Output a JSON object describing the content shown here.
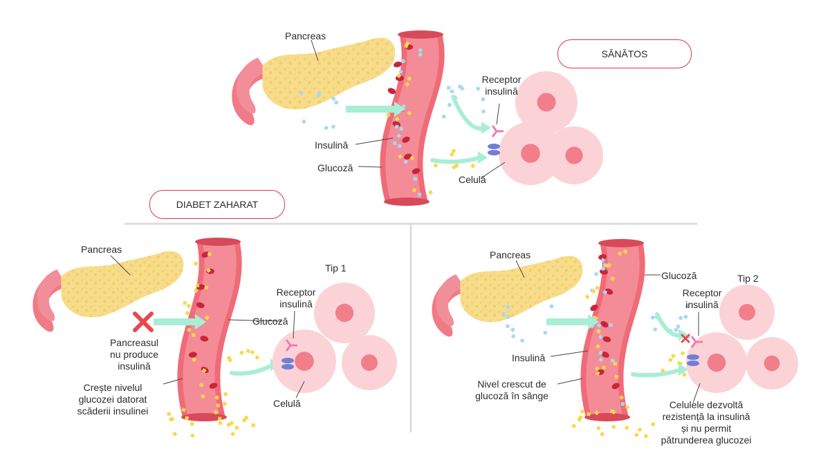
{
  "colors": {
    "vessel_outer": "#f06b78",
    "vessel_inner": "#f48c97",
    "pancreas_body": "#f7dc8a",
    "pancreas_spots": "#f0c964",
    "duodenum": "#f07a86",
    "cell_outer": "#fbd3d6",
    "cell_nucleus": "#f27e8b",
    "arrow": "#a9eed4",
    "insulin": "#a5d8f5",
    "glucose": "#f7d84a",
    "badge_border": "#d8383f",
    "divider": "#dcdcdc",
    "x_mark": "#e8484e"
  },
  "healthy": {
    "badge": "SĂNĂTOS",
    "pancreas_label": "Pancreas",
    "insulin_label": "Insulină",
    "glucose_label": "Glucoză",
    "receptor_label": [
      "Receptor",
      "insulină"
    ],
    "cell_label": "Celulă"
  },
  "diabetes": {
    "badge": "DIABET ZAHARAT",
    "type1": {
      "title": "Tip 1",
      "pancreas_label": "Pancreas",
      "glucose_label": "Glucoză",
      "receptor_label": [
        "Receptor",
        "insulină"
      ],
      "cell_label": "Celulă",
      "no_insulin_note": [
        "Pancreasul",
        "nu produce",
        "insulină"
      ],
      "glucose_rise_note": [
        "Crește nivelul",
        "glucozei datorat",
        "scăderii insulinei"
      ]
    },
    "type2": {
      "title": "Tip 2",
      "pancreas_label": "Pancreas",
      "glucose_label": "Glucoză",
      "insulin_label": "Insulină",
      "receptor_label": [
        "Receptor",
        "insulină"
      ],
      "high_glucose_note": [
        "Nivel crescut de",
        "glucoză în sânge"
      ],
      "resistance_note": [
        "Celulele dezvoltă",
        "rezistență la insulină",
        "și nu permit",
        "pătrunderea glucozei"
      ]
    }
  }
}
